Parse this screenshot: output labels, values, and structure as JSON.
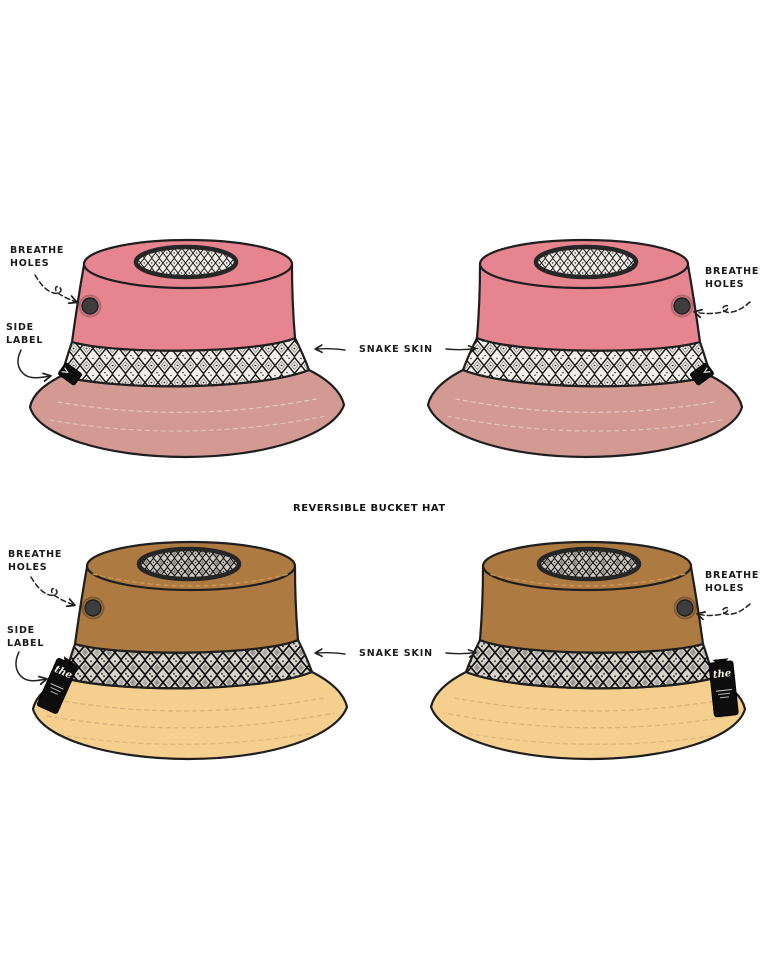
{
  "title": "REVERSIBLE BUCKET HAT",
  "labels": {
    "breathe_line1": "BREATHE",
    "breathe_line2": "HOLES",
    "side_line1": "SIDE",
    "side_line2": "LABEL",
    "snake": "SNAKE SKIN"
  },
  "brand_tag": {
    "logo": "the"
  },
  "colors": {
    "pink_crown": "#e6858f",
    "pink_brim": "#d29a93",
    "brown_crown": "#ad7a42",
    "tan_brim": "#f5cf8e",
    "outline": "#1e1e1e",
    "grommet": "#3d3d3d",
    "tag_black": "#0d0d0d",
    "tag_text": "#f2efe6",
    "snake_light_bg": "#f2f0ea",
    "snake_dark_bg": "#d6d3cb",
    "snake_line": "#1a1a1a",
    "annotation_ink": "#1b1b1b"
  },
  "hats": [
    {
      "position": "top-left",
      "crown": "pink",
      "band": "snake skin",
      "brim": "dusty pink",
      "grommet_side": "left",
      "side_label": "small black tab"
    },
    {
      "position": "top-right",
      "crown": "pink",
      "band": "snake skin",
      "brim": "dusty pink",
      "grommet_side": "right",
      "side_label": "small black tab"
    },
    {
      "position": "bottom-left",
      "crown": "caramel brown",
      "band": "snake skin",
      "brim": "wheat tan",
      "grommet_side": "left",
      "side_label": "large brand tag"
    },
    {
      "position": "bottom-right",
      "crown": "caramel brown",
      "band": "snake skin",
      "brim": "wheat tan",
      "grommet_side": "right",
      "side_label": "large brand tag"
    }
  ]
}
